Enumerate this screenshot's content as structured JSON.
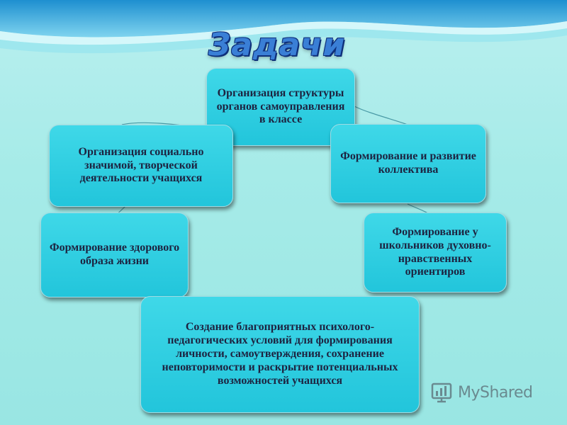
{
  "slide": {
    "title": "Задачи"
  },
  "nodes": {
    "structure": "Организация структуры органов самоуправления в классе",
    "social": "Организация социально значимой, творческой деятельности учащихся",
    "collective": "Формирование и развитие коллектива",
    "health": "Формирование здорового образа жизни",
    "moral": "Формирование у школьников духовно-нравственных ориентиров",
    "conditions": "Создание благоприятных психолого-педагогических условий для формирования личности, самоутверждения, сохранение неповторимости и раскрытие потенциальных возможностей учащихся"
  },
  "watermark": {
    "text": "MyShared"
  },
  "colors": {
    "node_fill": "#2fcfe2",
    "title": "#3a7fd6",
    "background": "#a6ebe8"
  }
}
